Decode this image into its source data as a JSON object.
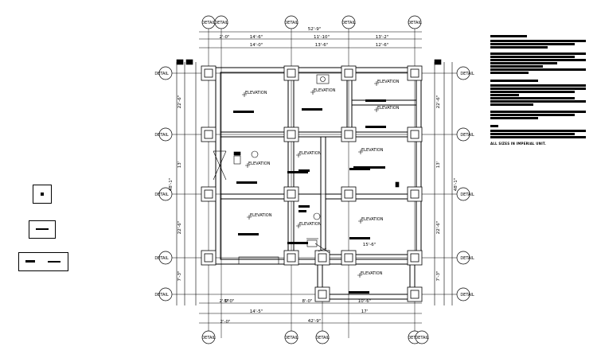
{
  "grid_bubble_label": "DETAIL",
  "elevation_label": "ELEVATION",
  "dimensions": {
    "top_overall": "52'-9\"",
    "top_row1": [
      "2'-0\"",
      "14'-6\"",
      "11'-10\"",
      "13'-2\""
    ],
    "top_row2": [
      "14'-0\"",
      "13'-6\"",
      "12'-6\""
    ],
    "bottom_row1": [
      "2'-0\"",
      "5'-0\"",
      "8'-0\"",
      "10'-6\""
    ],
    "bottom_row2": [
      "14'-5\"",
      "17'"
    ],
    "bottom_overall": "42'-9\"",
    "left_side": [
      "22'-6\"",
      "13'",
      "22'-6\"",
      "7'-3\""
    ],
    "left_overall": "48'-1\"",
    "right_side": [
      "22'-6\"",
      "13'",
      "22'-6\"",
      "7'-3\""
    ],
    "right_overall": "48'-1\"",
    "room_dim": "15'-6\""
  },
  "notes_footer": "ALL SIZES IN IMPERIAL UNIT."
}
